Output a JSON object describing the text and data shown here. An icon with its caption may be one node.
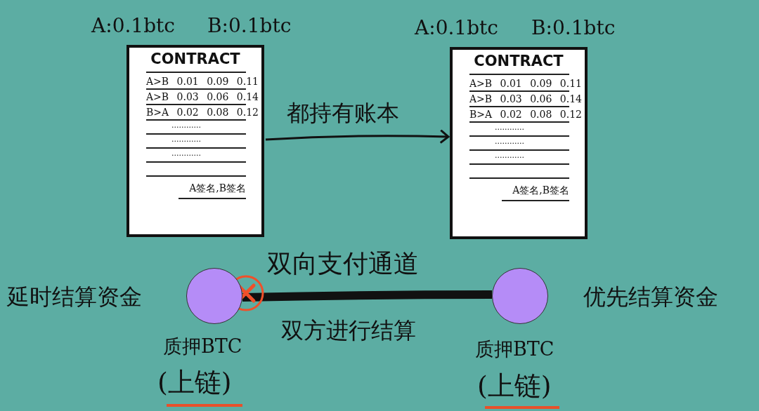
{
  "diagram": {
    "nodes": [
      {
        "text": [
          "CONTRACT",
          "A>B 0.01 0.09 0.11",
          "A>B 0.03 0.06 0.14",
          "B>A 0.02 0.08 0.12",
          "............",
          "............",
          "............",
          "A签名,B签名"
        ],
        "beside": [
          "A:0.1btc",
          "B:0.1btc"
        ]
      },
      {
        "text": [
          "CONTRACT",
          "A>B 0.01 0.09 0.11",
          "A>B 0.03 0.06 0.14",
          "B>A 0.02 0.08 0.12",
          "............",
          "............",
          "............",
          "A签名,B签名"
        ],
        "beside": [
          "A:0.1btc",
          "B:0.1btc"
        ]
      },
      {
        "text": [],
        "shape": "circle",
        "beside": [
          "延时结算资金",
          "质押BTC",
          "(上链)"
        ]
      },
      {
        "text": [],
        "shape": "circle",
        "beside": [
          "优先结算资金",
          "质押BTC",
          "(上链)"
        ]
      }
    ],
    "edges": [
      {
        "from": 0,
        "to": 1,
        "arrow": "to",
        "label": "都持有账本"
      },
      {
        "from": 2,
        "to": 3,
        "arrow": "none",
        "label": "双向支付通道",
        "style": "thick"
      }
    ],
    "labels": [
      "双方进行结算"
    ]
  }
}
